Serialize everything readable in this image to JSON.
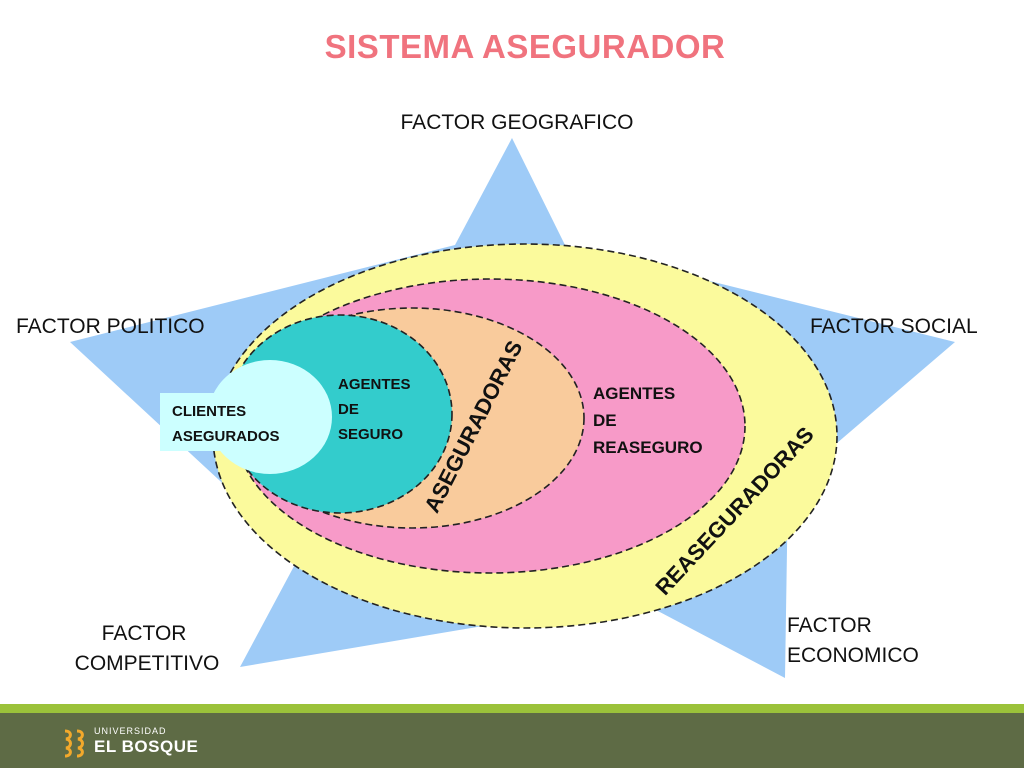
{
  "title": "SISTEMA ASEGURADOR",
  "factors": {
    "geografico": "FACTOR GEOGRAFICO",
    "politico": "FACTOR POLITICO",
    "social": "FACTOR SOCIAL",
    "competitivo": [
      "FACTOR",
      "COMPETITIVO"
    ],
    "economico": [
      "FACTOR",
      "ECONOMICO"
    ]
  },
  "rings": {
    "reaseguradoras": "REASEGURADORAS",
    "aseguradoras": "ASEGURADORAS",
    "agentes_reaseguro": [
      "AGENTES",
      "DE",
      "REASEGURO"
    ],
    "agentes_seguro": [
      "AGENTES",
      "DE",
      "SEGURO"
    ],
    "clientes": [
      "CLIENTES",
      "ASEGURADOS"
    ]
  },
  "footer": {
    "university_small": "UNIVERSIDAD",
    "university_big": "EL BOSQUE"
  },
  "colors": {
    "title": "#f0737e",
    "star": "#9ecbf7",
    "reaseguradoras": "#fbfa9c",
    "agentes_reaseguro": "#f79ac8",
    "aseguradoras": "#f9cb9c",
    "agentes_seguro": "#33cccc",
    "clientes": "#ccffff",
    "footer_accent": "#9bc23a",
    "footer_bar": "#5e6b45"
  }
}
